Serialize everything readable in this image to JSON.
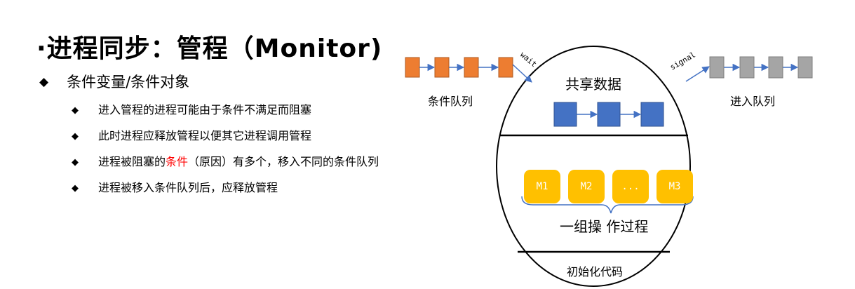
{
  "title": "·进程同步：管程（Monitor)",
  "bullet_main": "条件变量/条件对象",
  "bullets": [
    {
      "text": "进入管程的进程可能由于条件不满足而阻塞"
    },
    {
      "text": "此时进程应释放管程以便其它进程调用管程"
    },
    {
      "pre": "进程被阻塞的",
      "highlight": "条件",
      "post": "（原因）有多个，移入不同的条件队列"
    },
    {
      "text": "进程被移入条件队列后，应释放管程"
    }
  ],
  "diagram": {
    "condition_queue_label": "条件队列",
    "wait_label": "wait",
    "shared_data_label": "共享数据",
    "signal_label": "signal",
    "entry_queue_label": "进入队列",
    "operations": [
      "M1",
      "M2",
      "...",
      "M3"
    ],
    "operations_label": "一组操 作过程",
    "init_code_label": "初始化代码",
    "colors": {
      "condition_queue": "#ed7d31",
      "shared_data": "#4472c4",
      "entry_queue": "#a5a5a5",
      "operations": "#ffc000",
      "arrow": "#4472c4",
      "highlight": "#ff0000"
    }
  }
}
